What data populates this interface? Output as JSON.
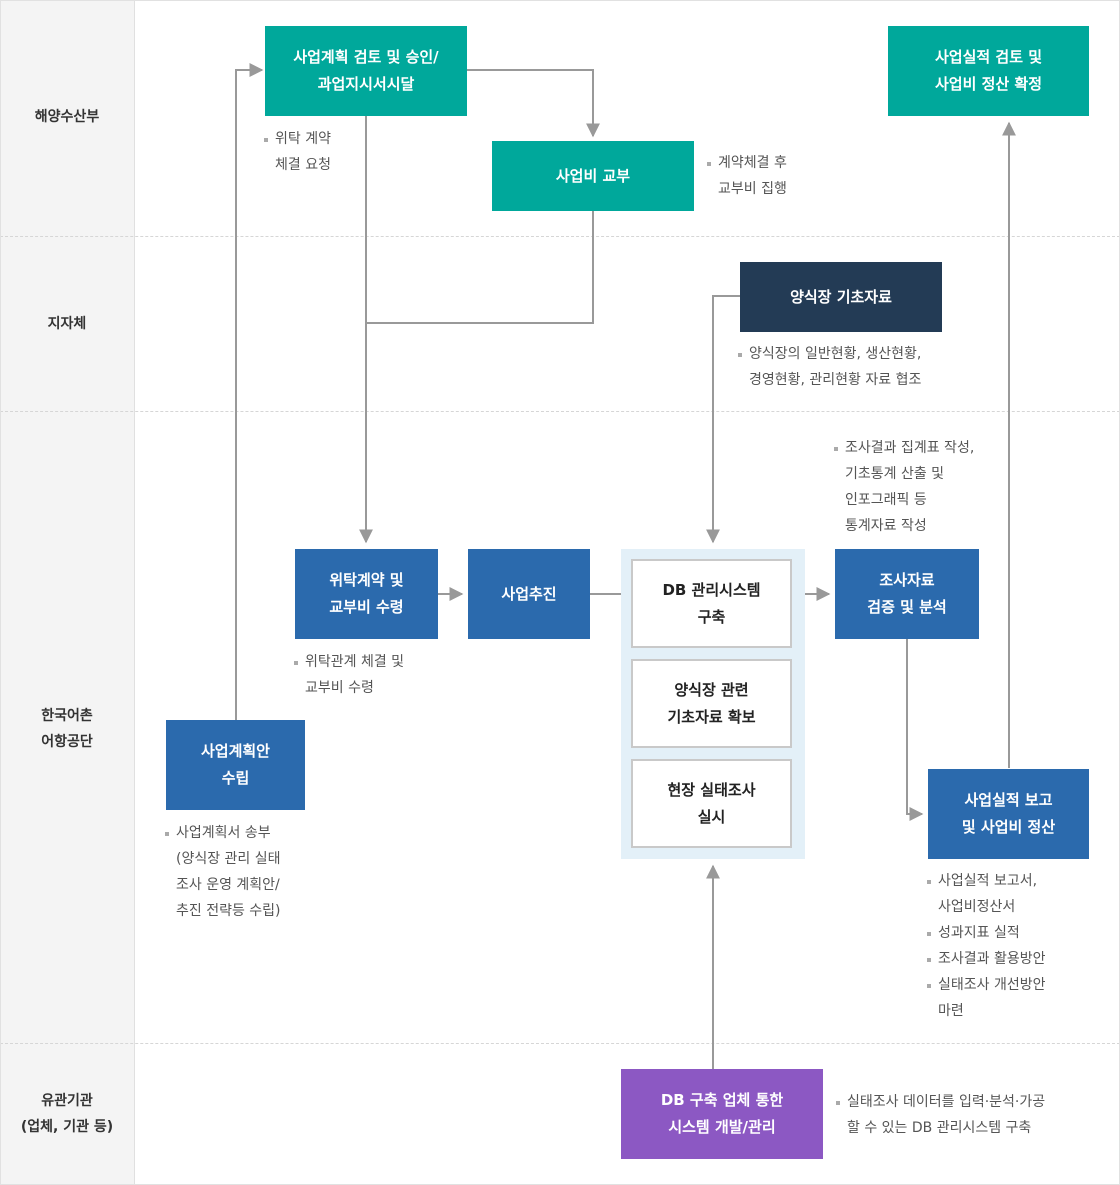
{
  "lanes": {
    "ministry": "해양수산부",
    "local_gov": "지자체",
    "fira": "한국어촌\n어항공단",
    "related": "유관기관\n(업체, 기관 등)"
  },
  "boxes": {
    "plan_review": "사업계획 검토 및 승인/\n과업지시서시달",
    "results_review": "사업실적 검토 및\n사업비 정산 확정",
    "grant": "사업비 교부",
    "farm_data": "양식장 기초자료",
    "contract": "위탁계약 및\n교부비 수령",
    "execute": "사업추진",
    "survey_analysis": "조사자료\n검증 및 분석",
    "plan_draft": "사업계획안\n수립",
    "report": "사업실적 보고\n및 사업비 정산",
    "db_vendor": "DB 구축 업체 통한\n시스템 개발/관리"
  },
  "db_group": {
    "items": [
      "DB 관리시스템\n구축",
      "양식장 관련\n기초자료 확보",
      "현장 실태조사\n실시"
    ]
  },
  "notes": {
    "contract_request": [
      "위탁 계약\n체결 요청"
    ],
    "grant_exec": [
      "계약체결 후\n교부비 집행"
    ],
    "farm_coop": [
      "양식장의 일반현황, 생산현황,\n경영현황,  관리현황 자료 협조"
    ],
    "survey_stats": [
      "조사결과 집계표 작성,\n기초통계 산출 및\n인포그래픽 등\n통계자료 작성"
    ],
    "contract_receive": [
      "위탁관계 체결 및\n교부비 수령"
    ],
    "plan_send": [
      "사업계획서 송부\n(양식장 관리 실태\n조사 운영 계획안/\n추진 전략등 수립)"
    ],
    "report_items": [
      "사업실적 보고서,\n사업비정산서",
      "성과지표 실적",
      "조사결과 활용방안",
      "실태조사 개선방안\n마련"
    ],
    "vendor_note": [
      "실태조사 데이터를 입력·분석·가공\n할 수 있는 DB 관리시스템 구축"
    ]
  },
  "colors": {
    "teal": "#00a89b",
    "navy": "#233b55",
    "blue": "#2b6aad",
    "purple": "#8c58c3",
    "group_bg": "#e3f0f8",
    "lane_bg": "#f4f4f4",
    "arrow": "#999999"
  }
}
